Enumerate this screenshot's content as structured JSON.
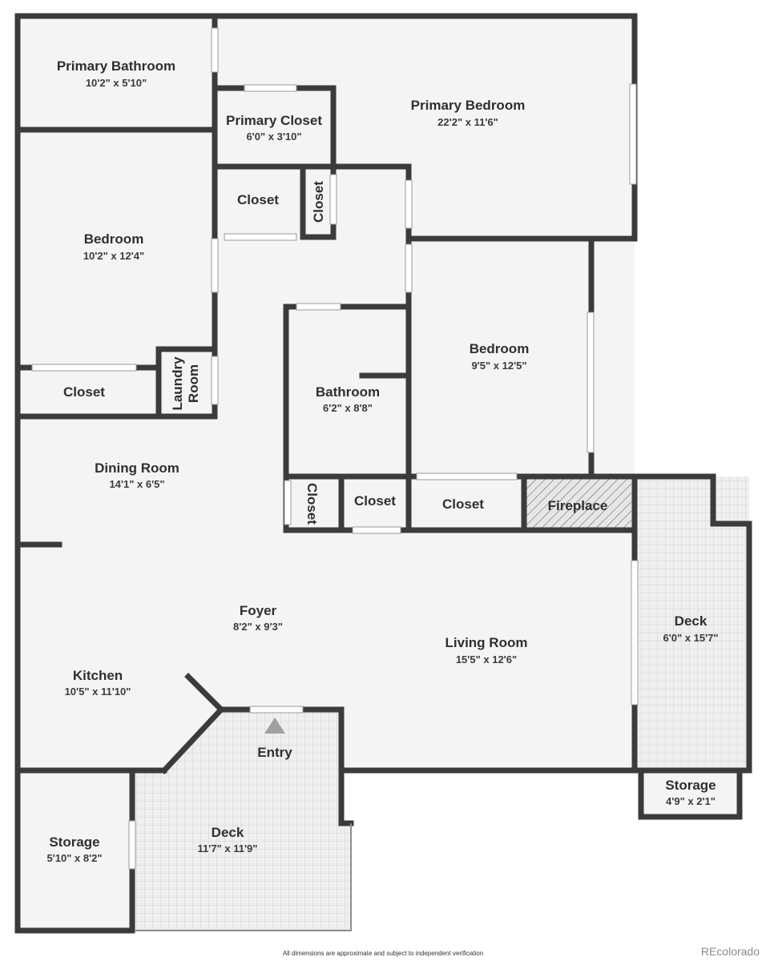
{
  "colors": {
    "wall": "#3b3b3b",
    "floor": "#f4f4f4",
    "deck_tile": "#ececec",
    "brand": "#8a8a8a"
  },
  "rooms": {
    "primary_bathroom": {
      "name": "Primary Bathroom",
      "dim": "10'2\" x 5'10\""
    },
    "primary_closet": {
      "name": "Primary Closet",
      "dim": "6'0\" x 3'10\""
    },
    "primary_bedroom": {
      "name": "Primary Bedroom",
      "dim": "22'2\" x 11'6\""
    },
    "closet_a": {
      "name": "Closet"
    },
    "closet_b": {
      "name": "Closet"
    },
    "bedroom_west": {
      "name": "Bedroom",
      "dim": "10'2\" x 12'4\""
    },
    "bedroom_east": {
      "name": "Bedroom",
      "dim": "9'5\" x 12'5\""
    },
    "laundry": {
      "line1": "Laundry",
      "line2": "Room"
    },
    "closet_west": {
      "name": "Closet"
    },
    "bathroom": {
      "name": "Bathroom",
      "dim": "6'2\" x 8'8\""
    },
    "dining": {
      "name": "Dining Room",
      "dim": "14'1\" x 6'5\""
    },
    "closet_c": {
      "name": "Closet"
    },
    "closet_d": {
      "name": "Closet"
    },
    "closet_e": {
      "name": "Closet"
    },
    "fireplace": {
      "name": "Fireplace"
    },
    "deck_east": {
      "name": "Deck",
      "dim": "6'0\" x 15'7\""
    },
    "foyer": {
      "name": "Foyer",
      "dim": "8'2\" x 9'3\""
    },
    "living": {
      "name": "Living Room",
      "dim": "15'5\" x 12'6\""
    },
    "kitchen": {
      "name": "Kitchen",
      "dim": "10'5\" x 11'10\""
    },
    "entry": {
      "name": "Entry"
    },
    "storage_east": {
      "name": "Storage",
      "dim": "4'9\" x 2'1\""
    },
    "storage_west": {
      "name": "Storage",
      "dim": "5'10\" x 8'2\""
    },
    "deck_south": {
      "name": "Deck",
      "dim": "11'7\" x 11'9\""
    }
  },
  "footer": {
    "note": "All dimensions are approximate and subject to independent verification",
    "brand": "REcolorado"
  }
}
